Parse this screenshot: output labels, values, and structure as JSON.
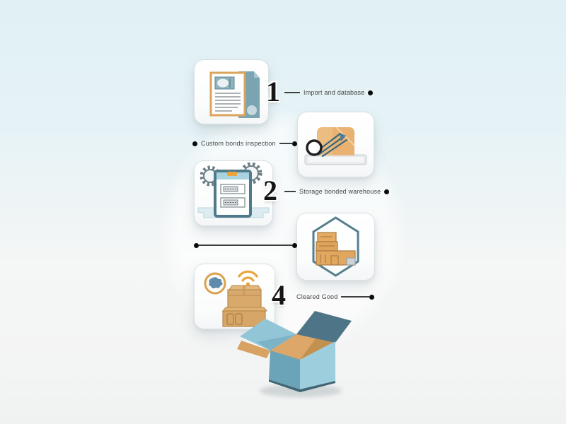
{
  "infographic": {
    "steps": [
      {
        "number": "1",
        "label": "Import and database",
        "icon": "document-folder-icon"
      },
      {
        "number": "",
        "label": "Custom bonds inspection",
        "icon": "package-inspection-icon"
      },
      {
        "number": "2",
        "label": "Storage bonded warehouse",
        "icon": "bonded-machine-icon"
      },
      {
        "number": "",
        "label": "",
        "icon": "warehouse-hexagon-icon"
      },
      {
        "number": "4",
        "label": "Cleared Good",
        "icon": "tracked-boxes-icon"
      }
    ],
    "footer_illustration": "open-shipping-box",
    "colors": {
      "background_top": "#e0f0f5",
      "background_bottom": "#f3f4f4",
      "card": "#fdfdfd",
      "accent_orange": "#e0a45c",
      "accent_teal": "#527a88",
      "accent_light_blue": "#8fc3d4",
      "box_dark_flap": "#4e7487",
      "connector_line": "#3f3f3f",
      "number_color": "#151515"
    }
  }
}
